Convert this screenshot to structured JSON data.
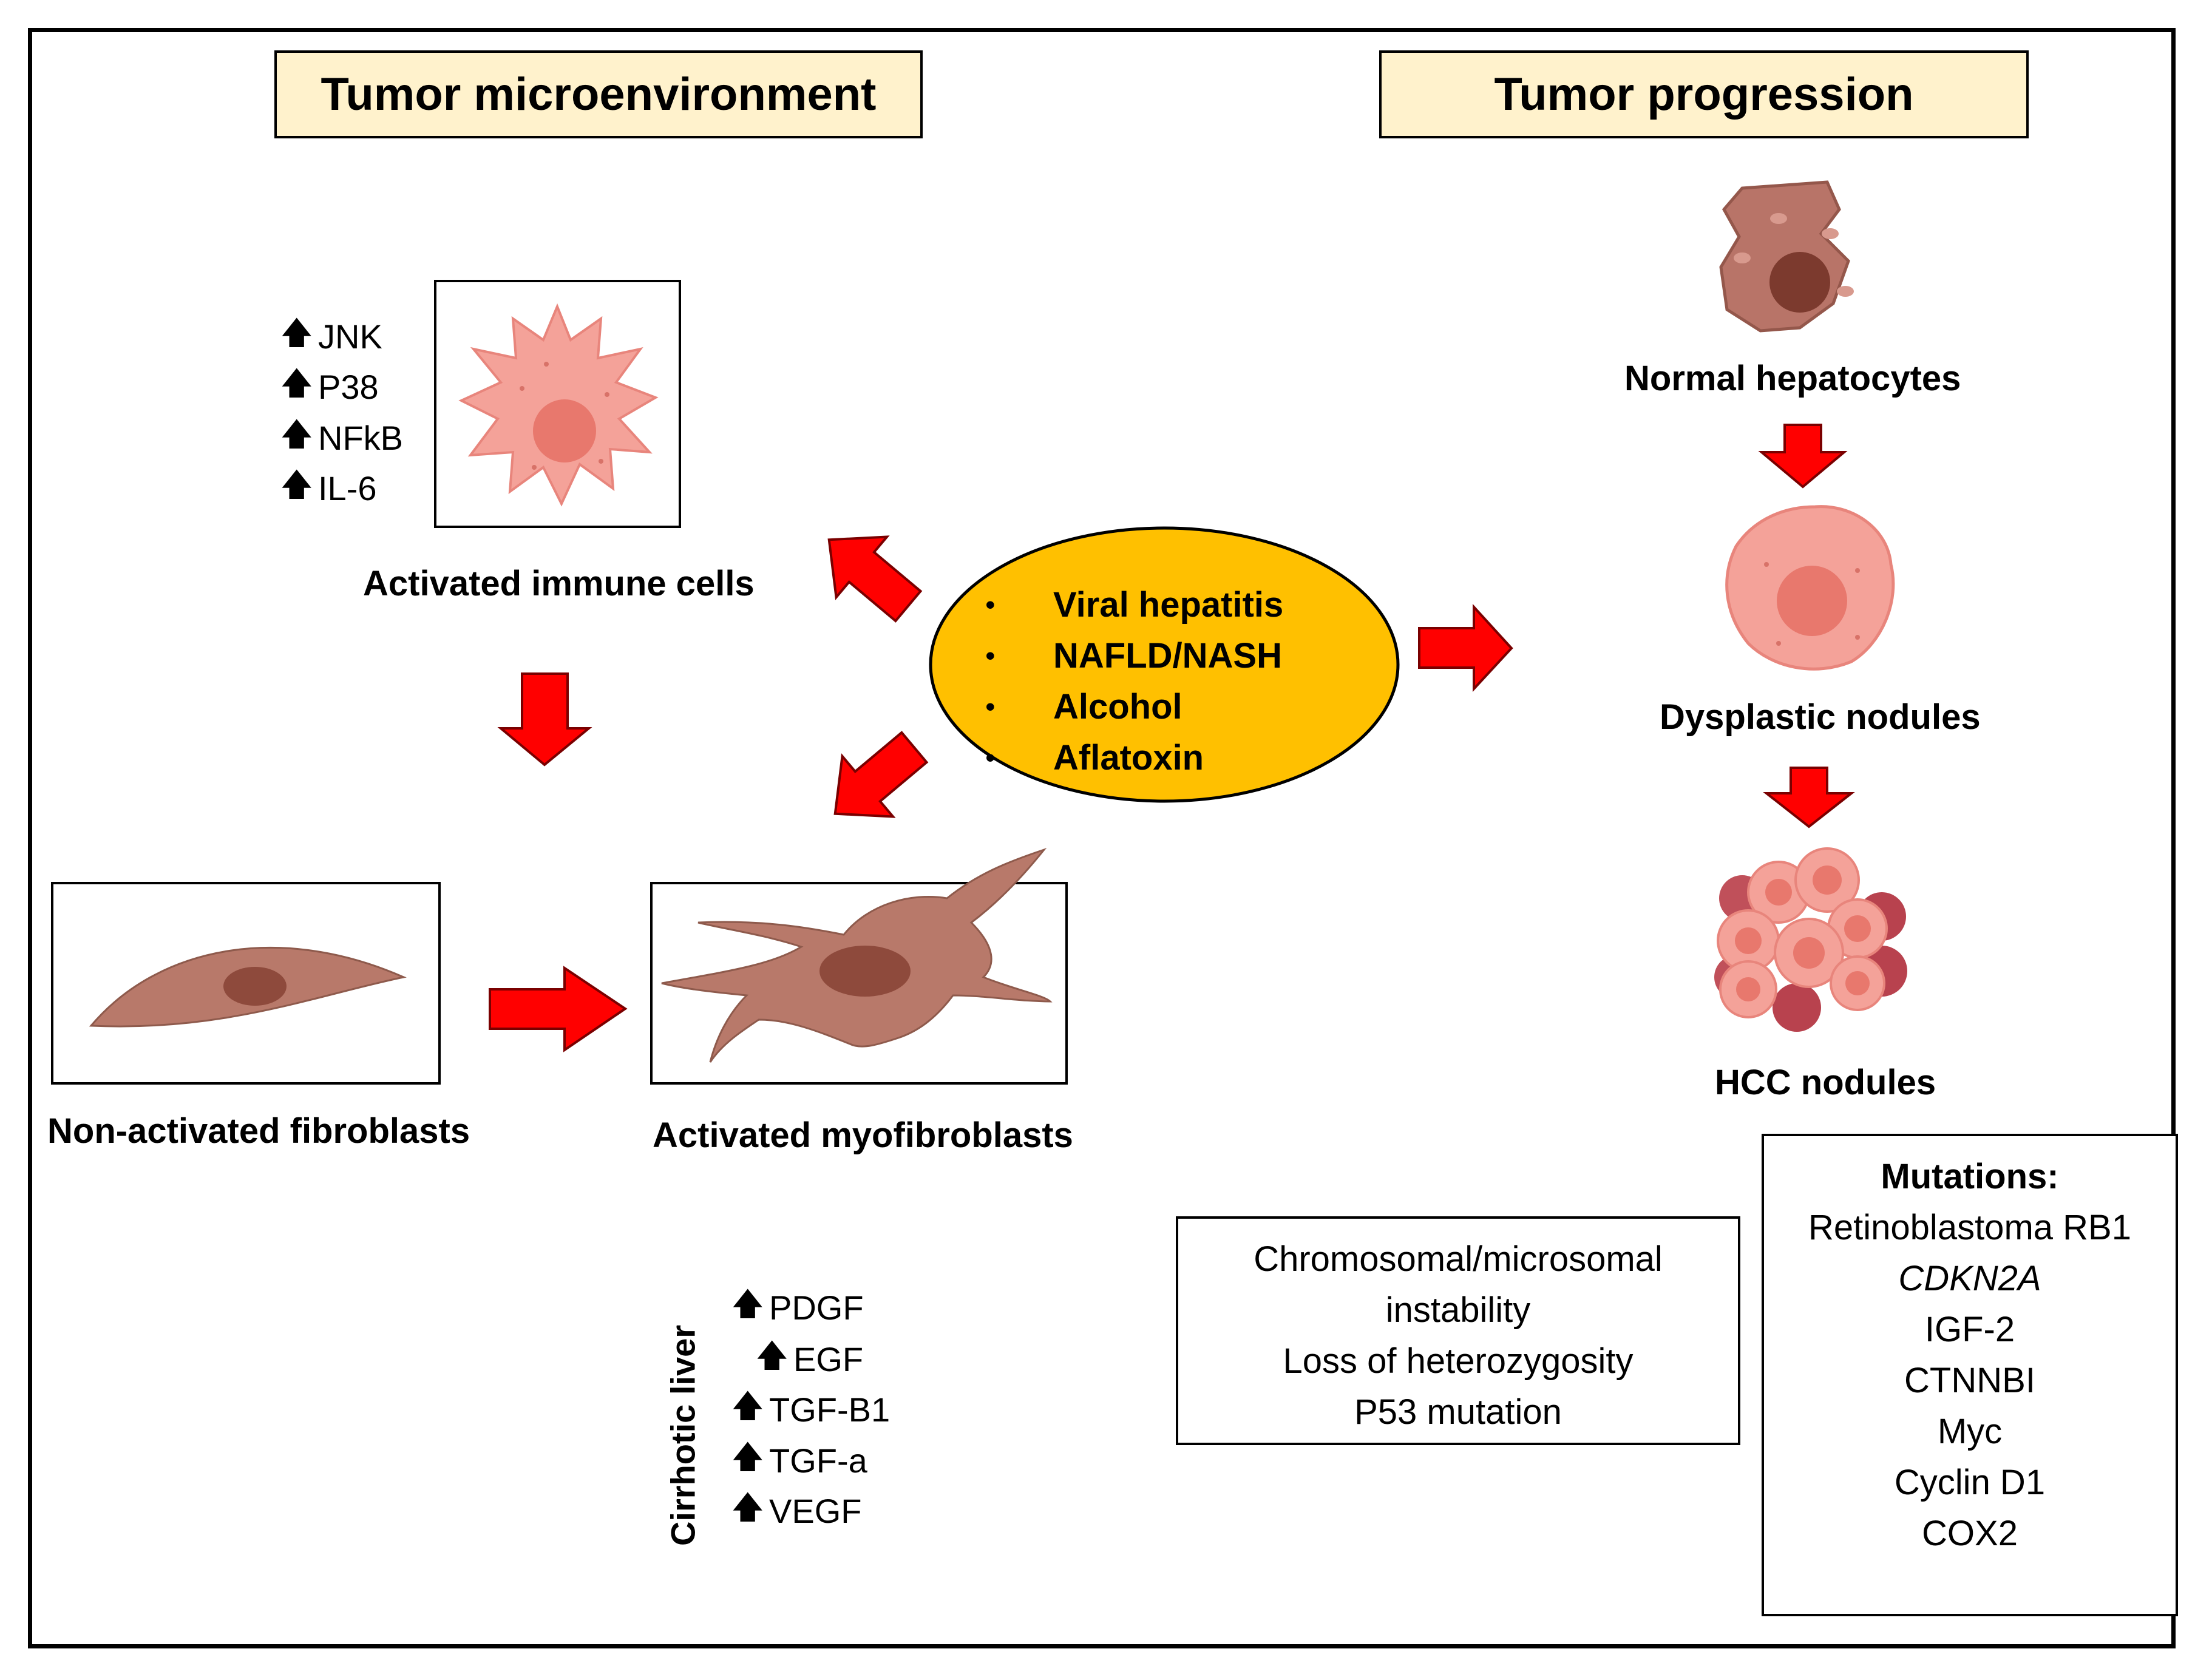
{
  "headers": {
    "left": "Tumor microenvironment",
    "right": "Tumor progression"
  },
  "causes": [
    "Viral hepatitis",
    "NAFLD/NASH",
    "Alcohol",
    "Aflatoxin"
  ],
  "immune_markers": [
    "JNK",
    "P38",
    "NFkB",
    "IL-6"
  ],
  "labels": {
    "immune": "Activated immune cells",
    "non_activated": "Non-activated fibroblasts",
    "myofibroblasts": "Activated myofibroblasts",
    "normal": "Normal hepatocytes",
    "dysplastic": "Dysplastic nodules",
    "hcc": "HCC nodules",
    "cirrhotic": "Cirrhotic liver"
  },
  "cirrhotic_markers": [
    "PDGF",
    "EGF",
    "TGF-B1",
    "TGF-a",
    "VEGF"
  ],
  "instability_box": [
    "Chromosomal/microsomal",
    "instability",
    "Loss of heterozygosity",
    "P53 mutation"
  ],
  "mutations": {
    "title": "Mutations:",
    "items": [
      "Retinoblastoma RB1",
      "CDKN2A",
      "IGF-2",
      "CTNNBI",
      "Myc",
      "Cyclin D1",
      "COX2"
    ]
  },
  "colors": {
    "header_bg": "#fff2cc",
    "causes_fill": "#ffc000",
    "arrow_red": "#ff0000",
    "fibroblast": "#b8796a",
    "immune_cell": "#f4a299",
    "hepatocyte": "#a8695a"
  }
}
